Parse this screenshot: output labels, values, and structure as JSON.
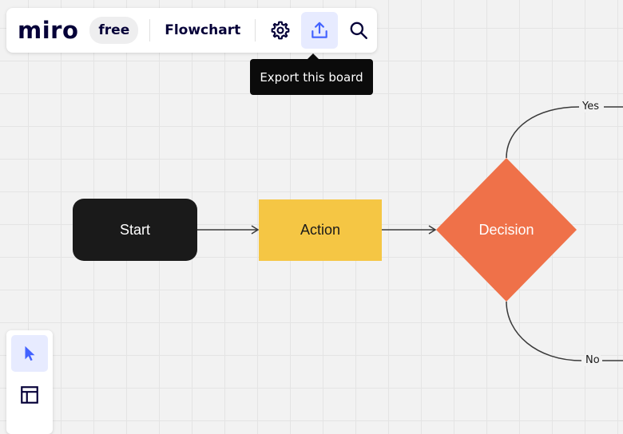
{
  "toolbar": {
    "logo_text": "miro",
    "plan_badge": "free",
    "board_title": "Flowchart",
    "buttons": [
      {
        "name": "settings",
        "icon": "gear-icon"
      },
      {
        "name": "export",
        "icon": "upload-icon",
        "active": true
      },
      {
        "name": "search",
        "icon": "search-icon"
      }
    ]
  },
  "tooltip": {
    "text": "Export this board"
  },
  "flowchart": {
    "nodes": [
      {
        "id": "start",
        "label": "Start",
        "shape": "rounded-rectangle",
        "color": "#1a1a1a"
      },
      {
        "id": "action",
        "label": "Action",
        "shape": "rectangle",
        "color": "#f5c644"
      },
      {
        "id": "decision",
        "label": "Decision",
        "shape": "diamond",
        "color": "#ef7149"
      }
    ],
    "edges": [
      {
        "from": "start",
        "to": "action"
      },
      {
        "from": "action",
        "to": "decision"
      },
      {
        "from": "decision",
        "label": "Yes"
      },
      {
        "from": "decision",
        "label": "No"
      }
    ]
  },
  "left_panel": {
    "tools": [
      {
        "name": "select",
        "icon": "cursor-arrow-icon",
        "active": true
      },
      {
        "name": "templates",
        "icon": "layout-template-icon",
        "active": false
      }
    ]
  },
  "colors": {
    "accent": "#4262ff",
    "brand_text": "#050038",
    "canvas_background": "#f2f2f2"
  }
}
